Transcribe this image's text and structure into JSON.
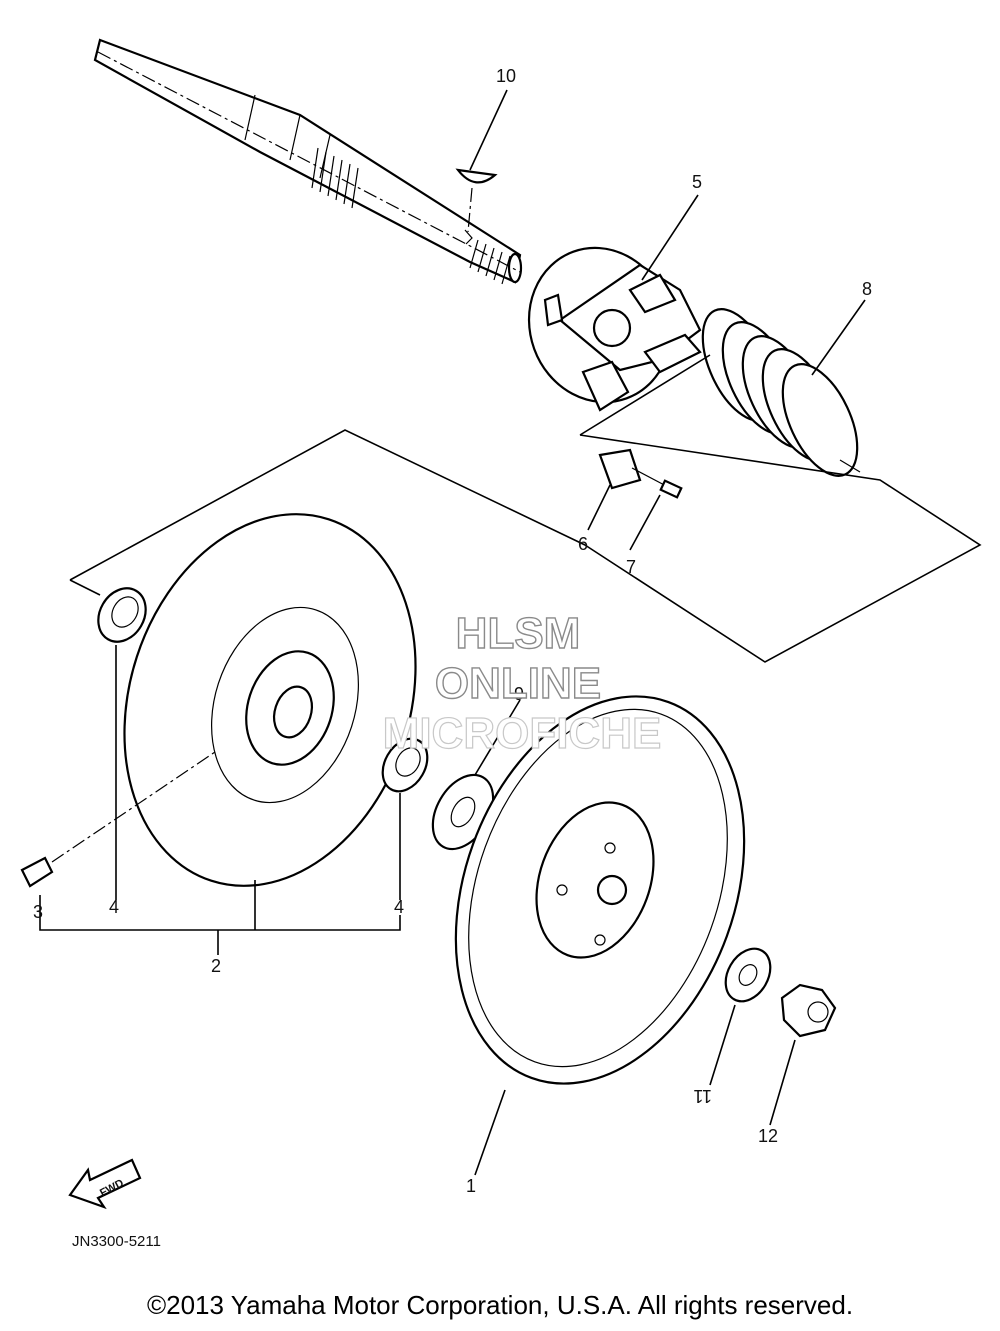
{
  "diagram": {
    "callouts": [
      {
        "id": "1",
        "text": "1"
      },
      {
        "id": "2",
        "text": "2"
      },
      {
        "id": "3",
        "text": "3"
      },
      {
        "id": "4a",
        "text": "4"
      },
      {
        "id": "4b",
        "text": "4"
      },
      {
        "id": "5",
        "text": "5"
      },
      {
        "id": "6",
        "text": "6"
      },
      {
        "id": "7",
        "text": "7"
      },
      {
        "id": "8",
        "text": "8"
      },
      {
        "id": "9",
        "text": "9"
      },
      {
        "id": "10",
        "text": "10"
      },
      {
        "id": "11",
        "text": "11"
      },
      {
        "id": "12",
        "text": "12"
      }
    ],
    "watermark": [
      "HLSM",
      "ONLINE",
      "MICROFICHE"
    ],
    "fwd_label": "FWD",
    "drawing_code": "JN3300-5211"
  },
  "footer": {
    "copyright": "©2013 Yamaha Motor Corporation, U.S.A. All rights reserved."
  }
}
